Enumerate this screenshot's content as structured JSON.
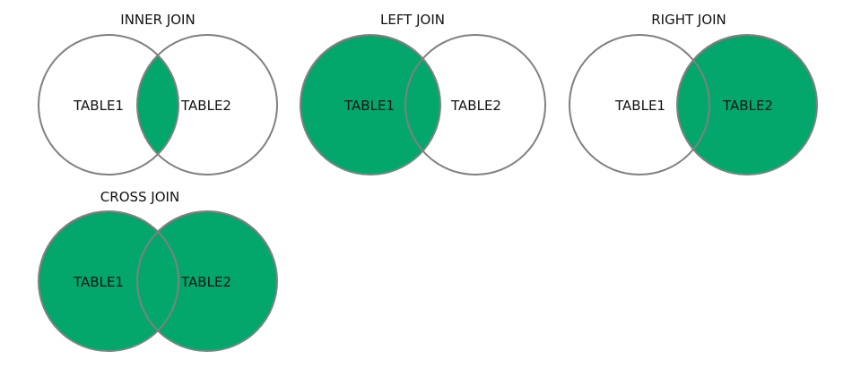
{
  "colors": {
    "fill": "#03a76b",
    "outline": "#808080",
    "text": "#111111"
  },
  "diagrams": [
    {
      "title": "INNER JOIN",
      "left_label": "TABLE1",
      "right_label": "TABLE2",
      "fill_left": false,
      "fill_intersection": true,
      "fill_right": false
    },
    {
      "title": "LEFT JOIN",
      "left_label": "TABLE1",
      "right_label": "TABLE2",
      "fill_left": true,
      "fill_intersection": true,
      "fill_right": false
    },
    {
      "title": "RIGHT JOIN",
      "left_label": "TABLE1",
      "right_label": "TABLE2",
      "fill_left": false,
      "fill_intersection": true,
      "fill_right": true
    },
    {
      "title": "CROSS JOIN",
      "left_label": "TABLE1",
      "right_label": "TABLE2",
      "fill_left": true,
      "fill_intersection": true,
      "fill_right": true
    }
  ]
}
